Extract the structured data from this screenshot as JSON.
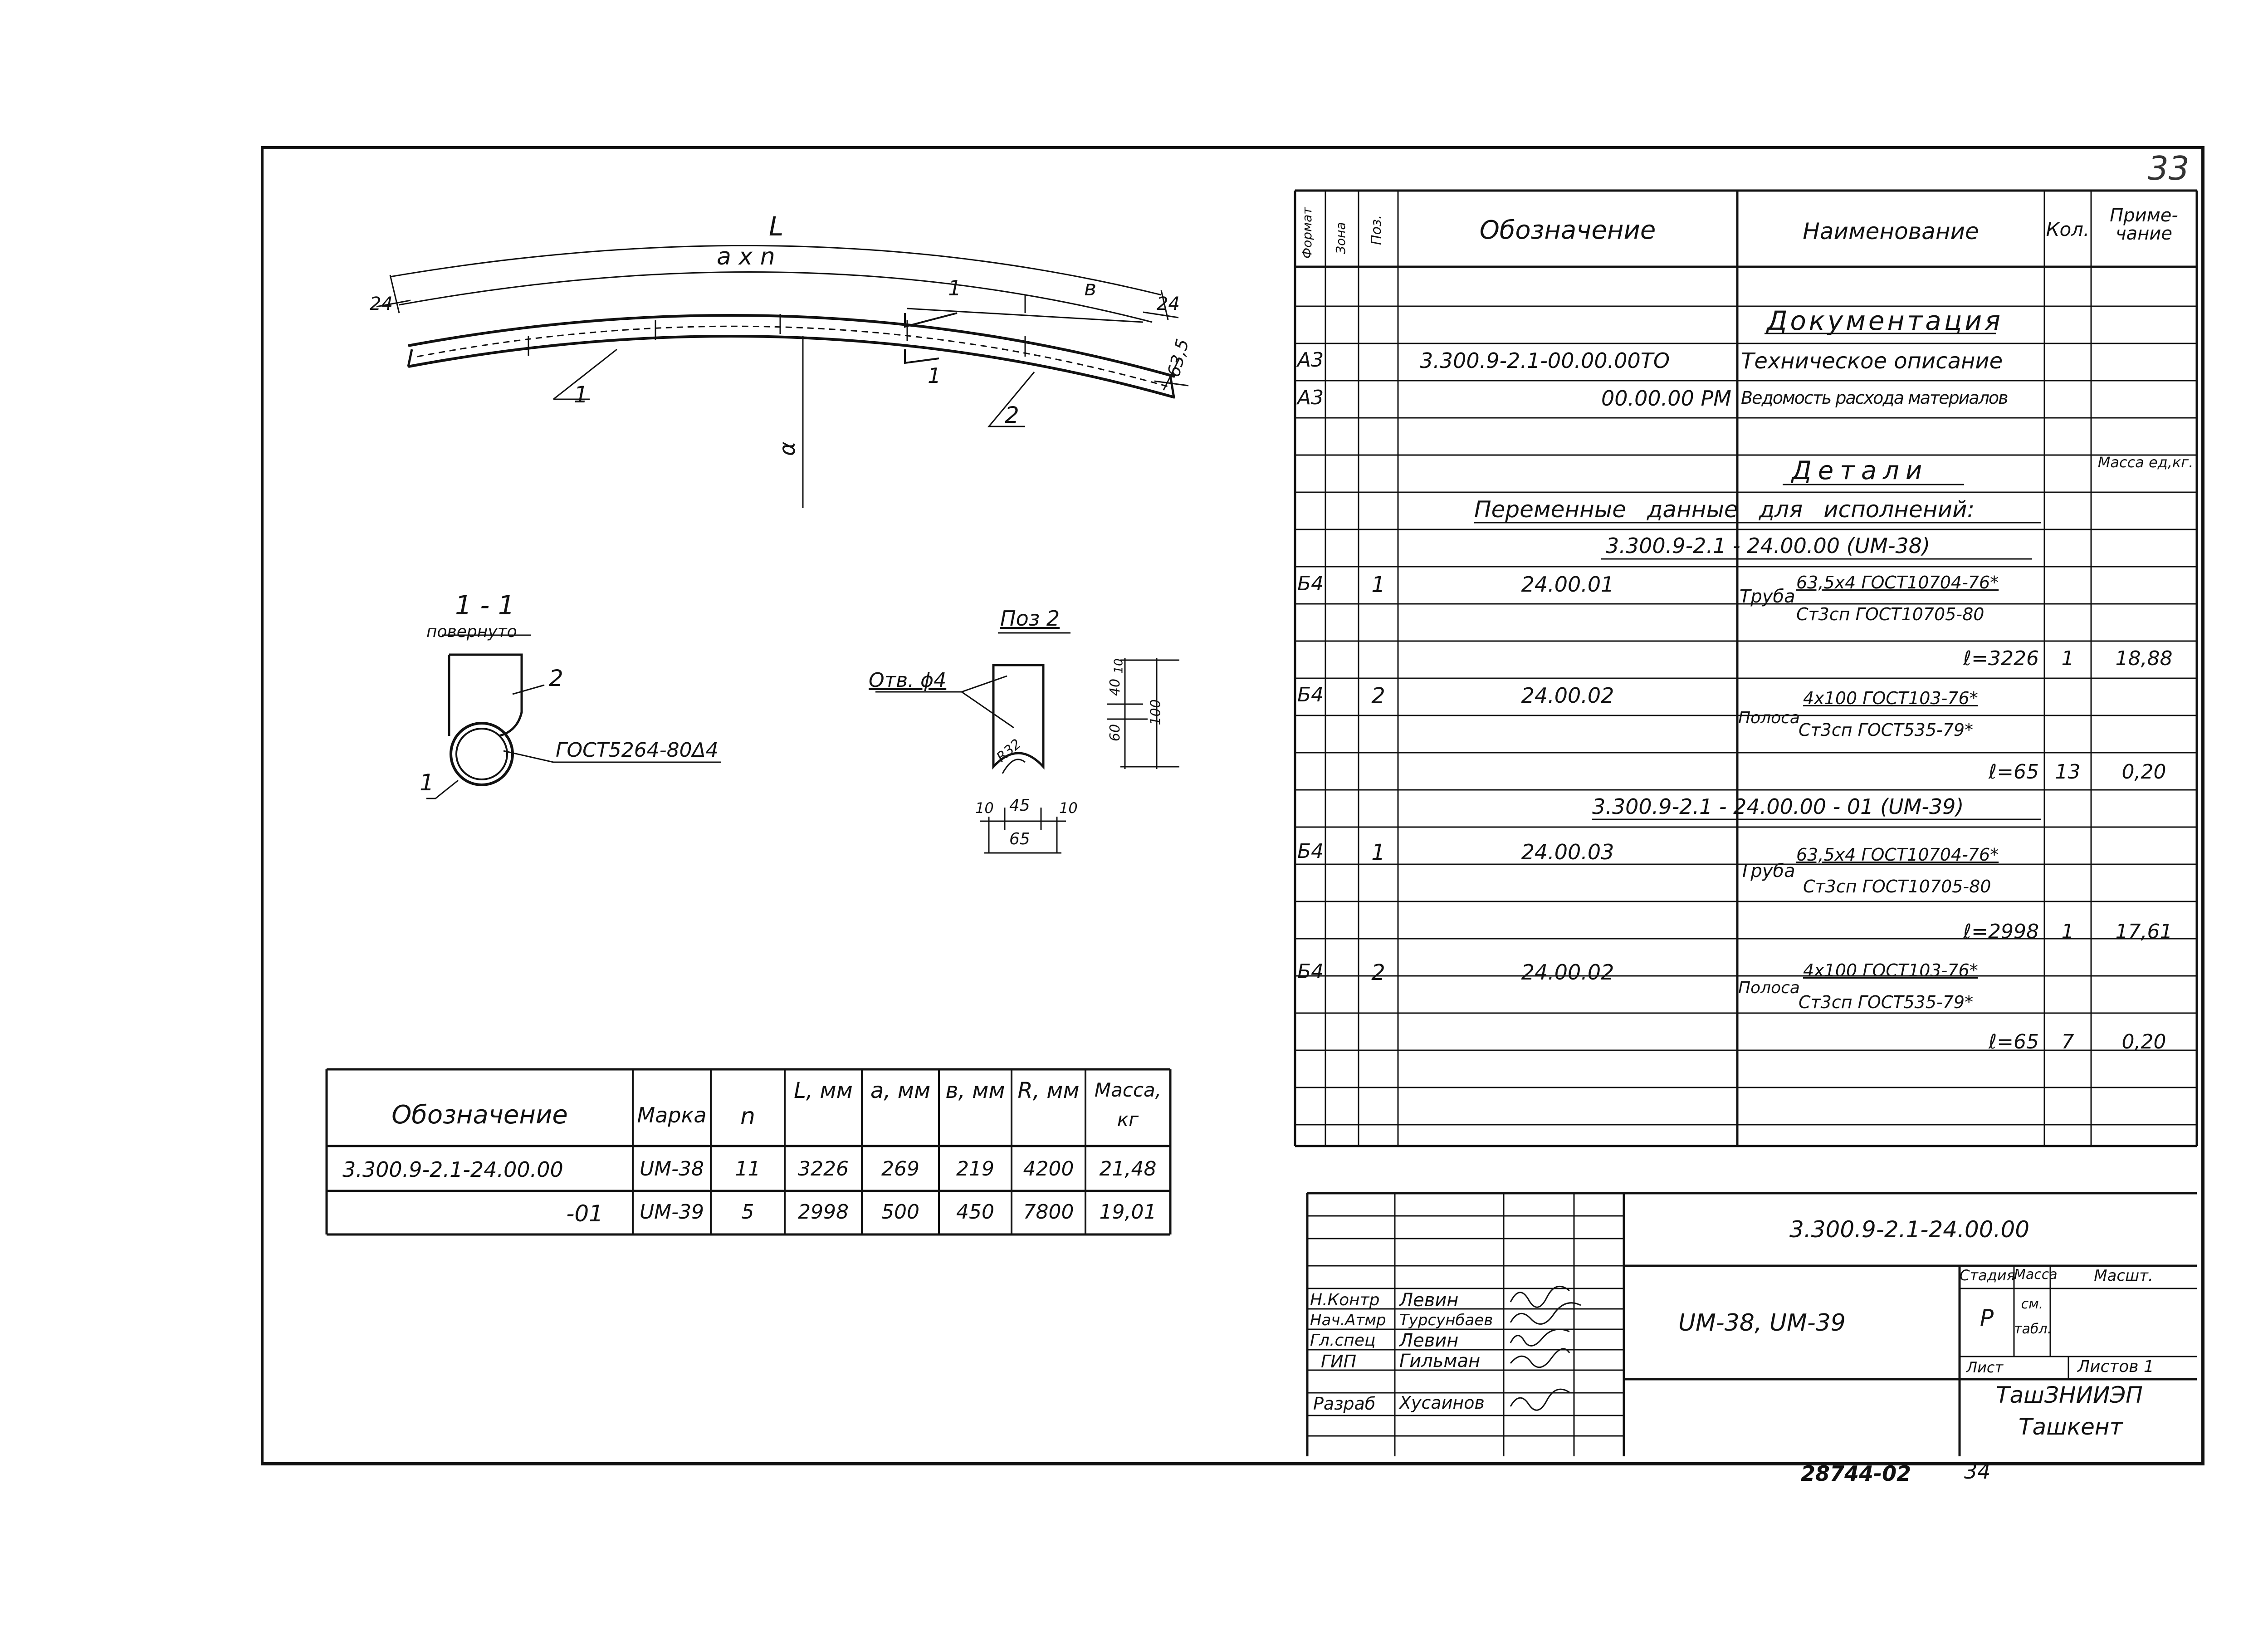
{
  "sheet": {
    "corner_number": "33",
    "bottom_number": "28744-02",
    "bottom_page": "34"
  },
  "drawing": {
    "label_L": "L",
    "label_axn": "a x n",
    "label_24_left": "24",
    "label_24_right": "24",
    "label_b": "в",
    "label_section_1a": "1",
    "label_section_1b": "1",
    "label_d": "63,5",
    "label_pos1": "1",
    "label_pos2": "2",
    "label_alpha": "α",
    "section_title": "1 - 1",
    "section_subtitle": "повернуто",
    "section_pos2": "2",
    "section_pos1": "1",
    "weld_note": "ГОСТ5264-80Δ4",
    "pos2_title": "Поз 2",
    "hole_note": "Отв. ϕ4",
    "dim_r32": "R32",
    "dim_60": "60",
    "dim_40": "40",
    "dim_10v": "10",
    "dim_100": "100",
    "dim_10a": "10",
    "dim_45": "45",
    "dim_10b": "10",
    "dim_65": "65"
  },
  "left_table": {
    "headers": [
      "Обозначение",
      "Марка",
      "n",
      "L, мм",
      "a, мм",
      "в, мм",
      "R, мм",
      "Масса, кг"
    ],
    "rows": [
      [
        "3.300.9-2.1-24.00.00",
        "UM-38",
        "11",
        "3226",
        "269",
        "219",
        "4200",
        "21,48"
      ],
      [
        "-01",
        "UM-39",
        "5",
        "2998",
        "500",
        "450",
        "7800",
        "19,01"
      ]
    ]
  },
  "spec_table": {
    "headers": {
      "format": "Формат",
      "zone": "Зона",
      "pos": "Поз.",
      "designation": "Обозначение",
      "name": "Наименование",
      "qty": "Кол.",
      "note": "Приме-чание"
    },
    "section_docs": "Документация",
    "docs": [
      {
        "format": "А3",
        "designation": "3.300.9-2.1-00.00.00ТО",
        "name": "Техническое описание"
      },
      {
        "format": "А3",
        "designation": "00.00.00 РМ",
        "name": "Ведомость расхода материалов"
      }
    ],
    "section_details": "Детали",
    "mass_note": "Масса ед,кг.",
    "variable_data": "Переменные данные для исполнений:",
    "variants": [
      {
        "title": "3.300.9-2.1 - 24.00.00 (UM-38)",
        "items": [
          {
            "format": "Б4",
            "pos": "1",
            "designation": "24.00.01",
            "name_a": "Труба",
            "name_top": "63,5x4 ГОСТ10704-76*",
            "name_bottom": "Ст3сп ГОСТ10705-80",
            "length": "ℓ=3226",
            "qty": "1",
            "mass": "18,88"
          },
          {
            "format": "Б4",
            "pos": "2",
            "designation": "24.00.02",
            "name_a": "Полоса",
            "name_top": "4x100 ГОСТ103-76*",
            "name_bottom": "Ст3сп ГОСТ535-79*",
            "length": "ℓ=65",
            "qty": "13",
            "mass": "0,20"
          }
        ]
      },
      {
        "title": "3.300.9-2.1 - 24.00.00 - 01 (UM-39)",
        "items": [
          {
            "format": "Б4",
            "pos": "1",
            "designation": "24.00.03",
            "name_a": "Труба",
            "name_top": "63,5x4 ГОСТ10704-76*",
            "name_bottom": "Ст3сп ГОСТ10705-80",
            "length": "ℓ=2998",
            "qty": "1",
            "mass": "17,61"
          },
          {
            "format": "Б4",
            "pos": "2",
            "designation": "24.00.02",
            "name_a": "Полоса",
            "name_top": "4x100 ГОСТ103-76*",
            "name_bottom": "Ст3сп ГОСТ535-79*",
            "length": "ℓ=65",
            "qty": "7",
            "mass": "0,20"
          }
        ]
      }
    ]
  },
  "title_block": {
    "doc_code": "3.300.9-2.1-24.00.00",
    "item_name": "UM-38, UM-39",
    "stage_label": "Стадия",
    "mass_label": "Масса",
    "scale_label": "Масшт.",
    "stage": "Р",
    "mass_val_a": "см.",
    "mass_val_b": "табл.",
    "sheet_label": "Лист",
    "sheets_label": "Листов 1",
    "org_a": "ТашЗНИИЭП",
    "org_b": "Ташкент",
    "signers": [
      {
        "role": "Н.Контр",
        "name": "Левин"
      },
      {
        "role": "Нач.Атмр",
        "name": "Турсунбаев"
      },
      {
        "role": "Гл.спец",
        "name": "Левин"
      },
      {
        "role": "ГИП",
        "name": "Гильман"
      },
      {
        "role": "Разраб",
        "name": "Хусаинов"
      }
    ]
  }
}
